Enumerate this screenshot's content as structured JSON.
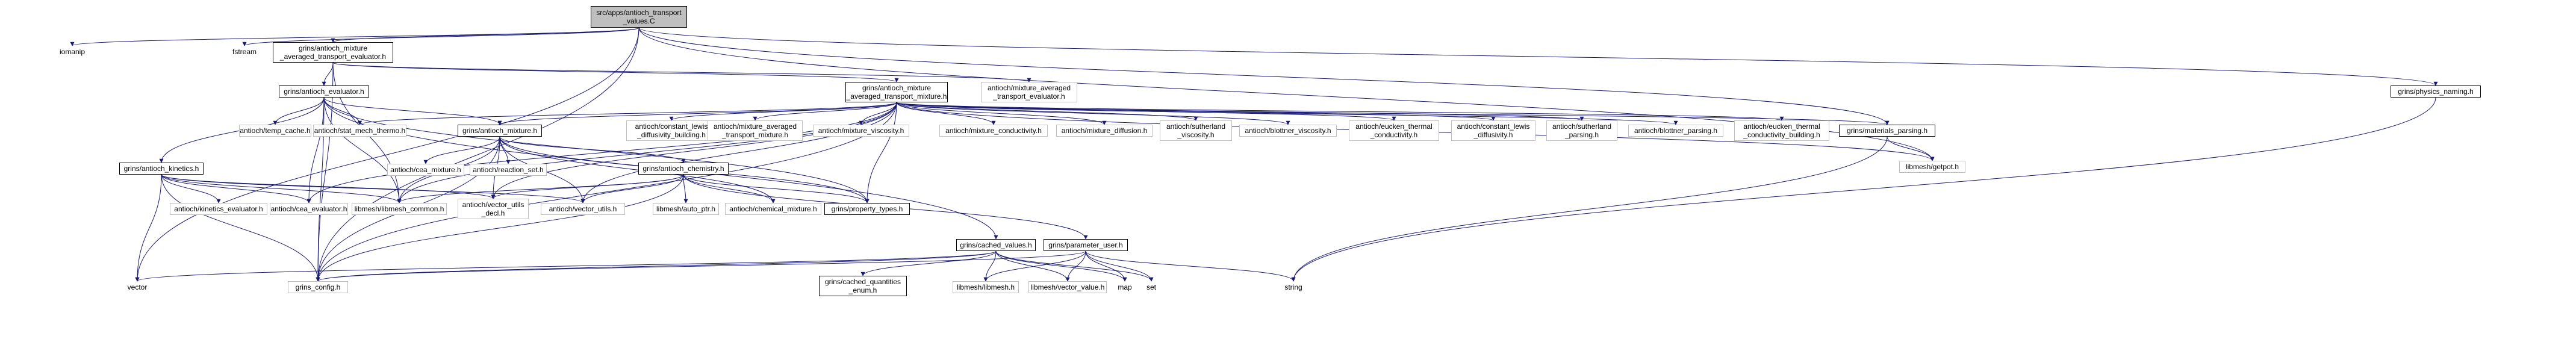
{
  "diagram": {
    "nodes": [
      {
        "id": "root",
        "label": "src/apps/antioch_transport\n_values.C"
      },
      {
        "id": "iomanip",
        "label": "iomanip"
      },
      {
        "id": "fstream",
        "label": "fstream"
      },
      {
        "id": "evaluator_mix",
        "label": "grins/antioch_mixture\n_averaged_transport_evaluator.h"
      },
      {
        "id": "physics_naming",
        "label": "grins/physics_naming.h"
      },
      {
        "id": "antioch_evaluator",
        "label": "grins/antioch_evaluator.h"
      },
      {
        "id": "transport_mixture",
        "label": "grins/antioch_mixture\n_averaged_transport_mixture.h"
      },
      {
        "id": "antioch_mix_avg_eval",
        "label": "antioch/mixture_averaged\n_transport_evaluator.h"
      },
      {
        "id": "temp_cache",
        "label": "antioch/temp_cache.h"
      },
      {
        "id": "stat_mech",
        "label": "antioch/stat_mech_thermo.h"
      },
      {
        "id": "antioch_mixture",
        "label": "grins/antioch_mixture.h"
      },
      {
        "id": "lewis_building",
        "label": "antioch/constant_lewis\n_diffusivity_building.h"
      },
      {
        "id": "mix_avg_transport_mixture",
        "label": "antioch/mixture_averaged\n_transport_mixture.h"
      },
      {
        "id": "mixture_viscosity",
        "label": "antioch/mixture_viscosity.h"
      },
      {
        "id": "mixture_conductivity",
        "label": "antioch/mixture_conductivity.h"
      },
      {
        "id": "mixture_diffusion",
        "label": "antioch/mixture_diffusion.h"
      },
      {
        "id": "sutherland_viscosity",
        "label": "antioch/sutherland\n_viscosity.h"
      },
      {
        "id": "blottner_viscosity",
        "label": "antioch/blottner_viscosity.h"
      },
      {
        "id": "eucken_thermal",
        "label": "antioch/eucken_thermal\n_conductivity.h"
      },
      {
        "id": "constant_lewis",
        "label": "antioch/constant_lewis\n_diffusivity.h"
      },
      {
        "id": "sutherland_parsing",
        "label": "antioch/sutherland\n_parsing.h"
      },
      {
        "id": "blottner_parsing",
        "label": "antioch/blottner_parsing.h"
      },
      {
        "id": "eucken_building",
        "label": "antioch/eucken_thermal\n_conductivity_building.h"
      },
      {
        "id": "materials_parsing",
        "label": "grins/materials_parsing.h"
      },
      {
        "id": "getpot",
        "label": "libmesh/getpot.h"
      },
      {
        "id": "antioch_kinetics",
        "label": "grins/antioch_kinetics.h"
      },
      {
        "id": "cea_mixture",
        "label": "antioch/cea_mixture.h"
      },
      {
        "id": "reaction_set",
        "label": "antioch/reaction_set.h"
      },
      {
        "id": "antioch_chemistry",
        "label": "grins/antioch_chemistry.h"
      },
      {
        "id": "kinetics_evaluator",
        "label": "antioch/kinetics_evaluator.h"
      },
      {
        "id": "cea_evaluator",
        "label": "antioch/cea_evaluator.h"
      },
      {
        "id": "libmesh_common",
        "label": "libmesh/libmesh_common.h"
      },
      {
        "id": "vector_utils_decl",
        "label": "antioch/vector_utils\n_decl.h"
      },
      {
        "id": "vector_utils",
        "label": "antioch/vector_utils.h"
      },
      {
        "id": "auto_ptr",
        "label": "libmesh/auto_ptr.h"
      },
      {
        "id": "chemical_mixture",
        "label": "antioch/chemical_mixture.h"
      },
      {
        "id": "property_types",
        "label": "grins/property_types.h"
      },
      {
        "id": "cached_values",
        "label": "grins/cached_values.h"
      },
      {
        "id": "parameter_user",
        "label": "grins/parameter_user.h"
      },
      {
        "id": "cached_quantities",
        "label": "grins/cached_quantities\n_enum.h"
      },
      {
        "id": "vector",
        "label": "vector"
      },
      {
        "id": "grins_config",
        "label": "grins_config.h"
      },
      {
        "id": "libmesh_h",
        "label": "libmesh/libmesh.h"
      },
      {
        "id": "vector_value",
        "label": "libmesh/vector_value.h"
      },
      {
        "id": "map",
        "label": "map"
      },
      {
        "id": "set",
        "label": "set"
      },
      {
        "id": "string",
        "label": "string"
      }
    ]
  }
}
